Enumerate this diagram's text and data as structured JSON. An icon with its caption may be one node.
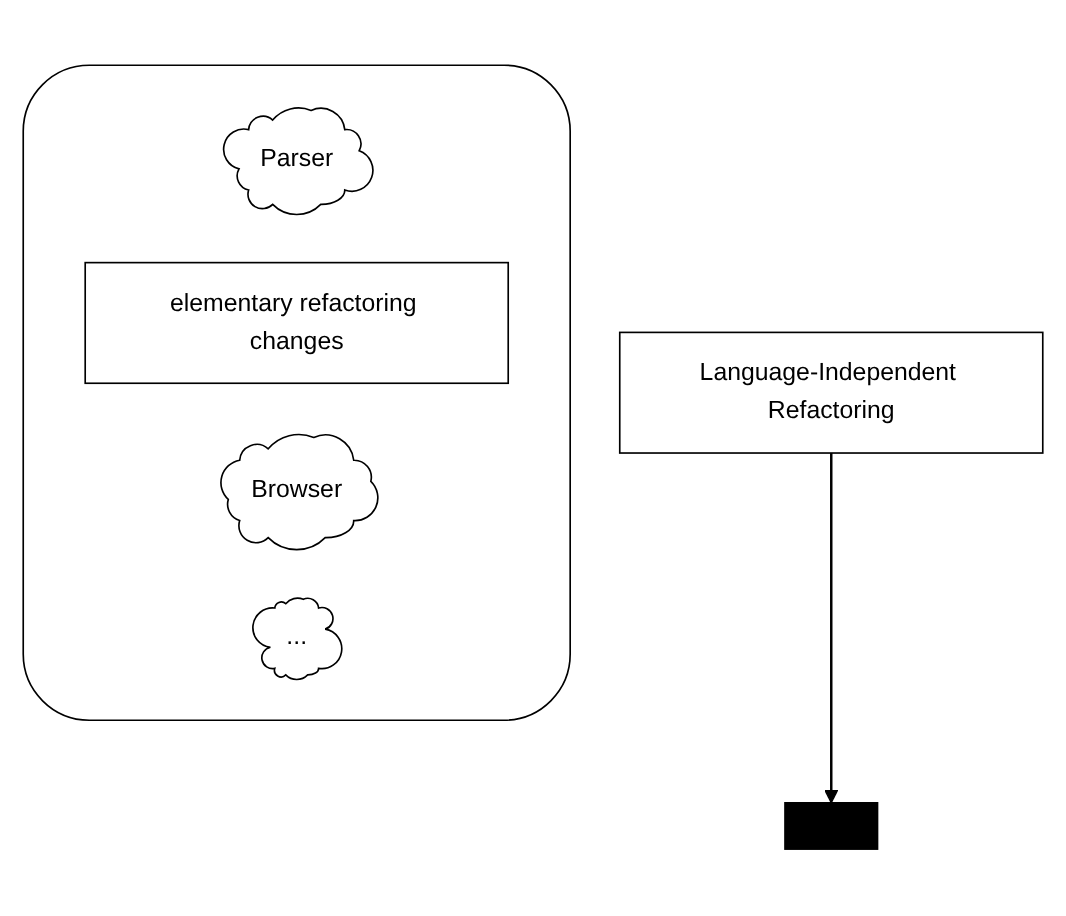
{
  "diagram": {
    "nodes": [
      {
        "text": [
          "Language-Independent Refactoring"
        ]
      },
      {
        "text": [],
        "shape": "box"
      },
      {
        "text": [],
        "shape": "cloud"
      },
      {
        "text": [
          "Parser"
        ],
        "in": 2
      },
      {
        "text": [
          "elementary refactoring changes"
        ],
        "in": 2
      },
      {
        "text": [
          "Browser"
        ],
        "in": 2
      },
      {
        "text": [
          "..."
        ],
        "in": 2
      }
    ],
    "edges": [
      {
        "from": 0,
        "to": 1,
        "arrow": "to"
      }
    ]
  }
}
